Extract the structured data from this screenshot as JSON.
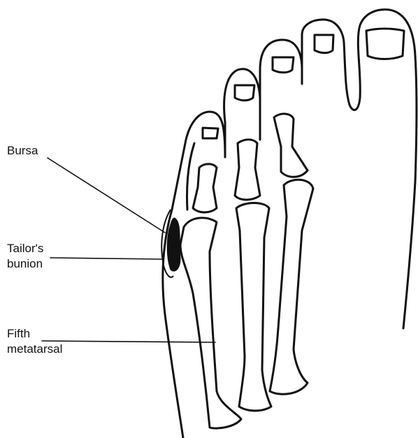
{
  "labels": {
    "bursa": "Bursa",
    "tailors_bunion_line1": "Tailor's",
    "tailors_bunion_line2": "bunion",
    "fifth_metatarsal_line1": "Fifth",
    "fifth_metatarsal_line2": "metatarsal"
  },
  "colors": {
    "ink": "#111111",
    "background": "#ffffff"
  }
}
